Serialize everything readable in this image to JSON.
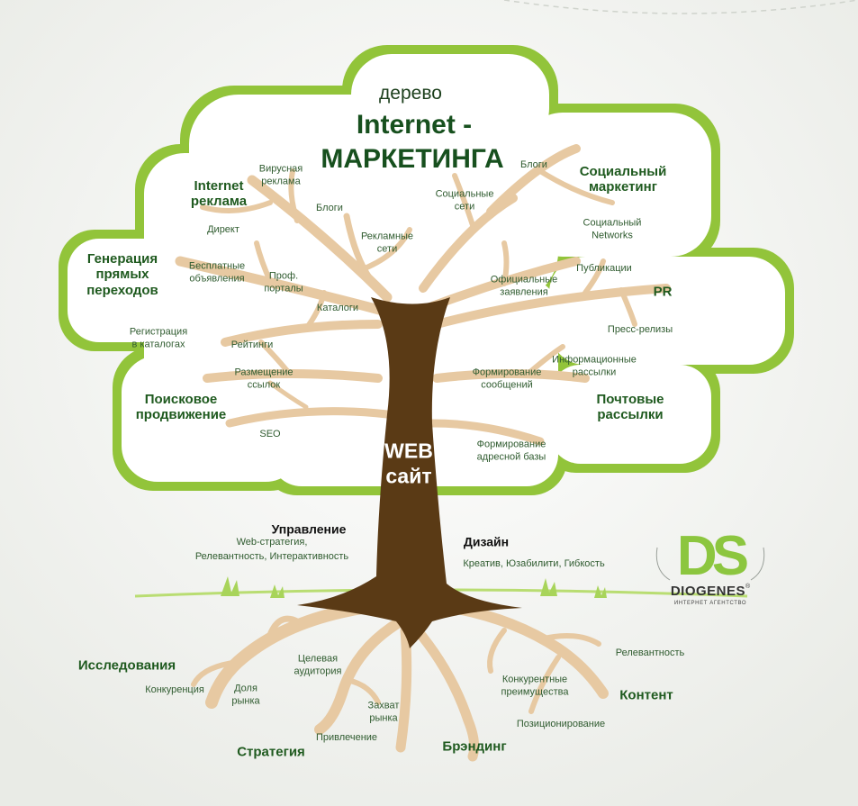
{
  "title": {
    "line1": "дерево",
    "line2": "Internet -",
    "line3": "МАРКЕТИНГА"
  },
  "trunk": {
    "label": "WEB\nсайт"
  },
  "canopy": {
    "categories": {
      "internet_ads": "Internet\nреклама",
      "direct_traffic": "Генерация\nпрямых\nпереходов",
      "search": "Поисковое\nпродвижение",
      "social_marketing": "Социальный\nмаркетинг",
      "pr": "PR",
      "mail": "Почтовые\nрассылки"
    },
    "items": {
      "viral_ads": "Вирусная\nреклама",
      "blogs_left": "Блоги",
      "direct": "Директ",
      "ad_networks": "Рекламные\nсети",
      "social_networks_ru": "Социальные\nсети",
      "blogs_right": "Блоги",
      "social_networks_en": "Социальный\nNetworks",
      "free_ads": "Бесплатные\nобъявления",
      "prof_portals": "Проф.\nпорталы",
      "official_statements": "Официальные\nзаявления",
      "publications": "Публикации",
      "catalogs": "Каталоги",
      "catalog_registration": "Регистрация\nв каталогах",
      "ratings": "Рейтинги",
      "press_releases": "Пресс-релизы",
      "link_placement": "Размещение\nссылок",
      "message_forming": "Формирование\nсообщений",
      "info_mailings": "Информационные\nрассылки",
      "seo": "SEO",
      "address_base": "Формирование\nадресной базы"
    }
  },
  "middle": {
    "management": {
      "title": "Управление",
      "desc": "Web-стратегия,\nРелевантность, Интерактивность"
    },
    "design": {
      "title": "Дизайн",
      "desc": "Креатив, Юзабилити, Гибкость"
    }
  },
  "roots": {
    "categories": {
      "research": "Исследования",
      "strategy": "Стратегия",
      "branding": "Брэндинг",
      "content": "Контент"
    },
    "items": {
      "competition": "Конкуренция",
      "market_share": "Доля\nрынка",
      "target_audience": "Целевая\nаудитория",
      "market_capture": "Захват\nрынка",
      "attraction": "Привлечение",
      "competitive_advantages": "Конкурентные\nпреимущества",
      "relevance": "Релевантность",
      "positioning": "Позиционирование"
    }
  },
  "logo": {
    "mark": "DS",
    "name": "DIOGENES",
    "registered": "®",
    "subtitle": "ИНТЕРНЕТ АГЕНТСТВО"
  },
  "colors": {
    "canopy_outline": "#92c43a",
    "canopy_fill": "#ffffff",
    "trunk": "#5a3a15",
    "branch": "#e7c9a2",
    "category_text": "#1f5a1f",
    "item_text": "#2f5b2f",
    "logo_green": "#8cc63f"
  }
}
